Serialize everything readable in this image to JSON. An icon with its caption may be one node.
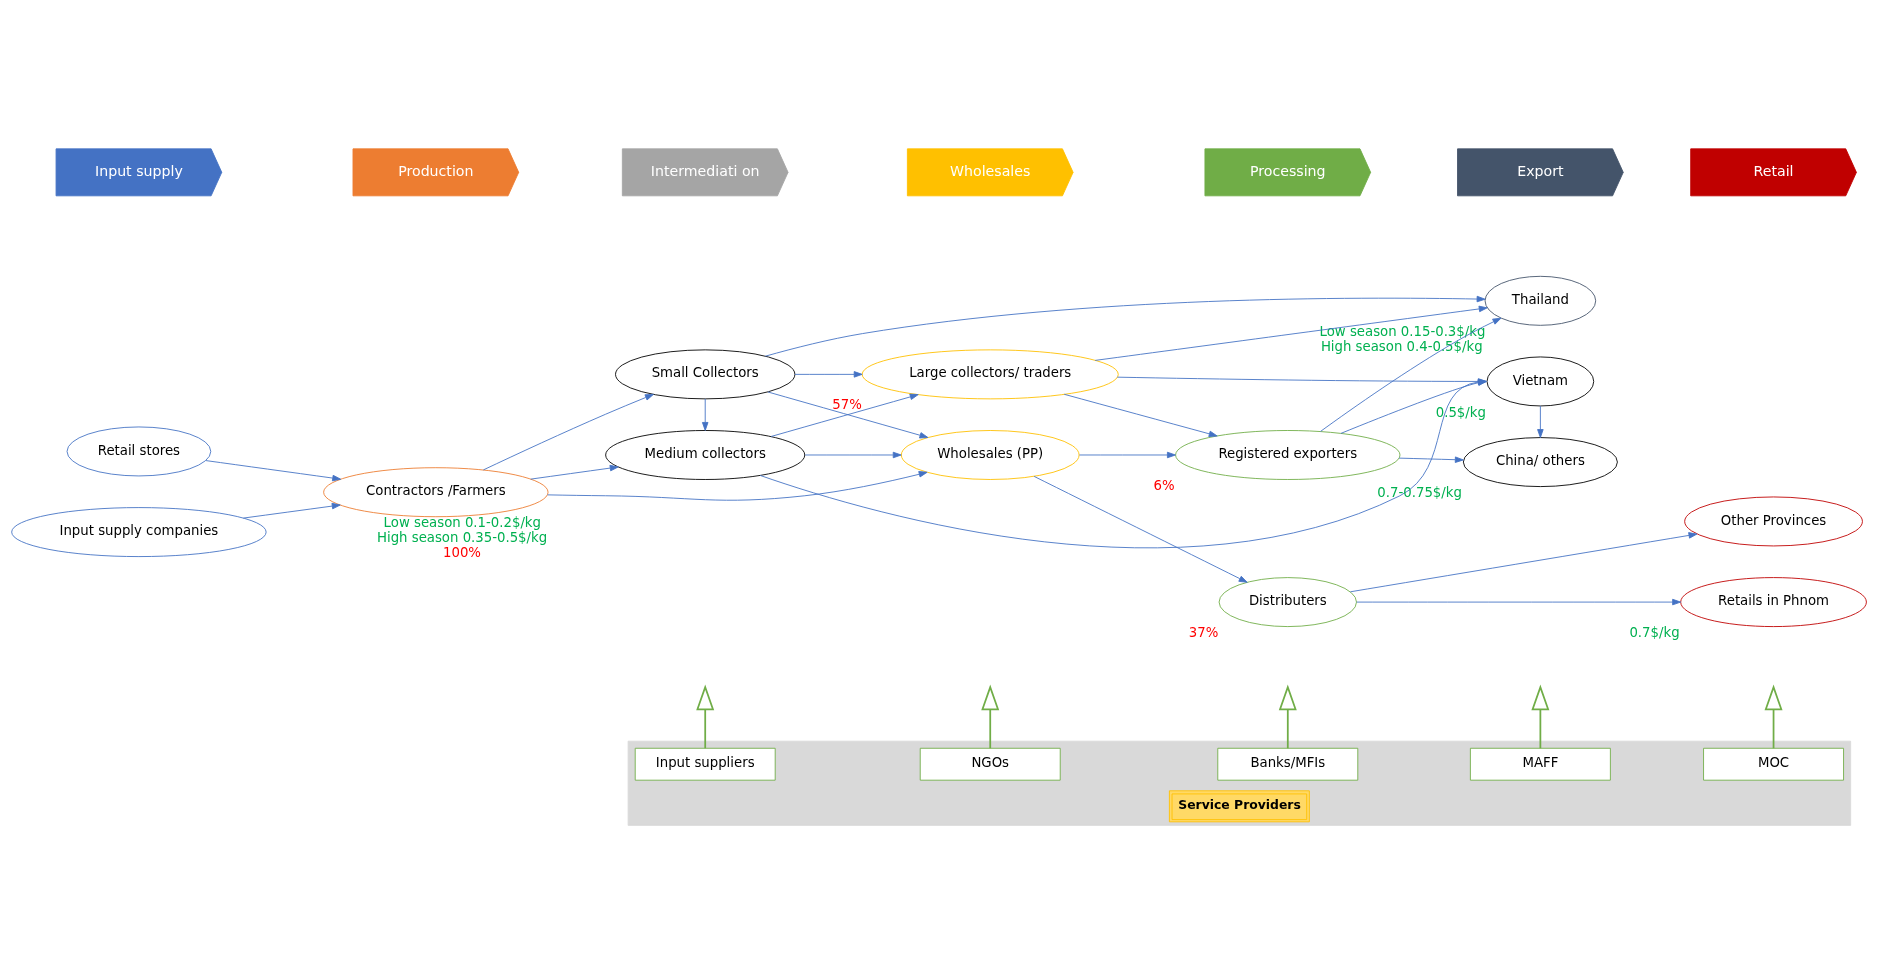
{
  "diagram": {
    "nodes": [
      {
        "text": [
          "Input supply"
        ]
      },
      {
        "text": [
          "Production"
        ]
      },
      {
        "text": [
          "Intermediati on"
        ]
      },
      {
        "text": [
          "Wholesales"
        ]
      },
      {
        "text": [
          "Processing"
        ]
      },
      {
        "text": [
          "Export"
        ]
      },
      {
        "text": [
          "Retail"
        ]
      },
      {
        "text": [
          "Input supply companies"
        ]
      },
      {
        "text": [
          "Retail stores"
        ]
      },
      {
        "text": [
          "Contractors /Farmers"
        ],
        "beside": [
          "Low season 0.1-0.2$/kg",
          "High season 0.35-0.5$/kg",
          "100%"
        ]
      },
      {
        "text": [
          "Small Collectors"
        ]
      },
      {
        "text": [
          "Medium collectors"
        ]
      },
      {
        "text": [
          "Large collectors/ traders"
        ],
        "beside": [
          "57%"
        ]
      },
      {
        "text": [
          "Wholesales (PP)"
        ]
      },
      {
        "text": [
          "Registered exporters"
        ],
        "beside": [
          "6%"
        ]
      },
      {
        "text": [
          "Distributers"
        ],
        "beside": [
          "37%"
        ]
      },
      {
        "text": [
          "Thailand"
        ],
        "beside": [
          "Low season 0.15-0.3$/kg",
          "High season 0.4-0.5$/kg"
        ]
      },
      {
        "text": [
          "China/ others"
        ],
        "beside": [
          "0.7-0.75$/kg"
        ]
      },
      {
        "text": [
          "Vietnam"
        ],
        "beside": [
          "0.5$/kg"
        ]
      },
      {
        "text": [
          "Other Provinces"
        ]
      },
      {
        "text": [
          "Retails in Phnom"
        ],
        "beside": [
          "0.7$/kg"
        ]
      },
      {
        "text": [
          "Service Providers"
        ]
      },
      {
        "text": [
          "Input suppliers"
        ],
        "in": 21
      },
      {
        "text": [
          "NGOs"
        ],
        "in": 21
      },
      {
        "text": [
          "Banks/MFIs"
        ],
        "in": 21
      },
      {
        "text": [
          "MAFF"
        ],
        "in": 21
      },
      {
        "text": [
          "MOC"
        ],
        "in": 21
      }
    ],
    "edges": [
      {
        "from": 7,
        "to": 9,
        "arrow": "to"
      },
      {
        "from": 8,
        "to": 9,
        "arrow": "to"
      },
      {
        "from": 9,
        "to": 10,
        "arrow": "to"
      },
      {
        "from": 9,
        "to": 11,
        "arrow": "to"
      },
      {
        "from": 10,
        "to": 11,
        "arrow": "to"
      },
      {
        "from": 10,
        "to": 12,
        "arrow": "to"
      },
      {
        "from": 10,
        "to": 16,
        "arrow": "to"
      },
      {
        "from": 11,
        "to": 12,
        "arrow": "to"
      },
      {
        "from": 9,
        "to": 13,
        "arrow": "to"
      },
      {
        "from": 10,
        "to": 13,
        "arrow": "to"
      },
      {
        "from": 11,
        "to": 13,
        "arrow": "to"
      },
      {
        "from": 12,
        "to": 14,
        "arrow": "to"
      },
      {
        "from": 12,
        "to": 16,
        "arrow": "to"
      },
      {
        "from": 12,
        "to": 18,
        "arrow": "to"
      },
      {
        "from": 13,
        "to": 14,
        "arrow": "to"
      },
      {
        "from": 13,
        "to": 15,
        "arrow": "to"
      },
      {
        "from": 14,
        "to": 16,
        "arrow": "to"
      },
      {
        "from": 14,
        "to": 17,
        "arrow": "to"
      },
      {
        "from": 14,
        "to": 18,
        "arrow": "to"
      },
      {
        "from": 18,
        "to": 17,
        "arrow": "to"
      },
      {
        "from": 15,
        "to": 19,
        "arrow": "to"
      },
      {
        "from": 15,
        "to": 20,
        "arrow": "to"
      },
      {
        "from": 11,
        "to": 18,
        "arrow": "to"
      },
      {
        "from": 22,
        "to": null,
        "arrow": "to",
        "color": "#70ad47"
      },
      {
        "from": 23,
        "to": null,
        "arrow": "to",
        "color": "#70ad47"
      },
      {
        "from": 24,
        "to": null,
        "arrow": "to",
        "color": "#70ad47"
      },
      {
        "from": 25,
        "to": null,
        "arrow": "to",
        "color": "#70ad47"
      },
      {
        "from": 26,
        "to": null,
        "arrow": "to",
        "color": "#70ad47"
      }
    ]
  }
}
